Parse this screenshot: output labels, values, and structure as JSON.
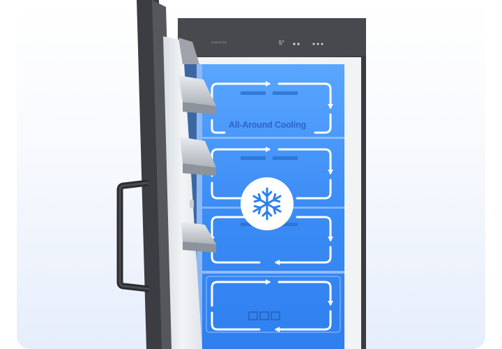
{
  "scene": {
    "label": "All-Around Cooling",
    "brand": "SAMSUNG",
    "display_temp": "5°",
    "icon": "snowflake-icon",
    "colors": {
      "cooling_blue": "#3b8cf5",
      "arrow_white": "#ffffff",
      "cabinet": "#45474c",
      "label_text": "#2f63c9"
    }
  }
}
